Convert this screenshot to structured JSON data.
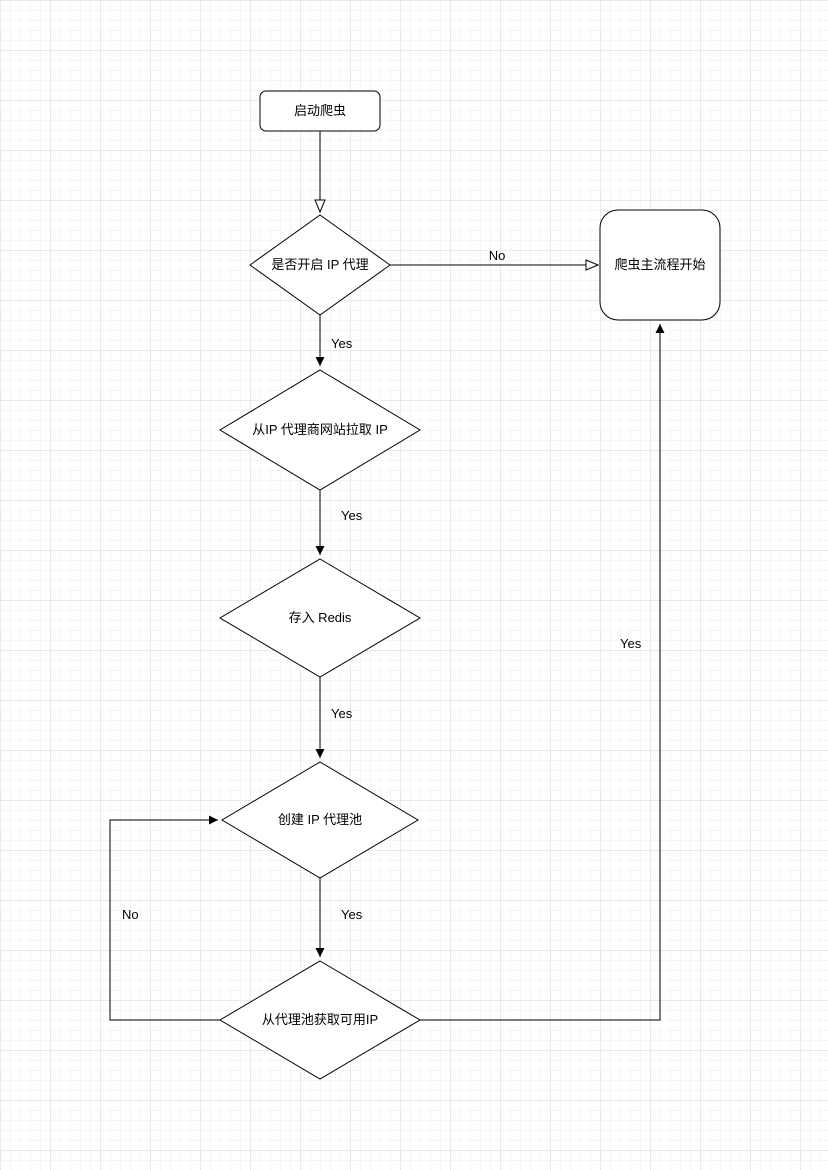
{
  "canvas": {
    "background_color": "#ffffff",
    "grid_minor_color": "#f5f5f5",
    "grid_major_color": "#e9e9e9"
  },
  "style": {
    "shape_fill": "#ffffff",
    "shape_stroke": "#000000",
    "text_color": "#000000"
  },
  "nodes": {
    "start": {
      "type": "rounded-rect",
      "label": "启动爬虫"
    },
    "check_proxy": {
      "type": "decision",
      "label": "是否开启 IP 代理"
    },
    "main_process": {
      "type": "rounded-rect",
      "label": "爬虫主流程开始"
    },
    "pull_ip": {
      "type": "decision",
      "label": "从IP 代理商网站拉取 IP"
    },
    "store_redis": {
      "type": "decision",
      "label": "存入 Redis"
    },
    "create_pool": {
      "type": "decision",
      "label": "创建 IP 代理池"
    },
    "get_ip": {
      "type": "decision",
      "label": "从代理池获取可用IP"
    }
  },
  "edges": {
    "start_to_check": {
      "label": ""
    },
    "check_to_main": {
      "label": "No"
    },
    "check_to_pull": {
      "label": "Yes"
    },
    "pull_to_redis": {
      "label": "Yes"
    },
    "redis_to_pool": {
      "label": "Yes"
    },
    "pool_to_get": {
      "label": "Yes"
    },
    "get_to_pool": {
      "label": "No"
    },
    "get_to_main": {
      "label": "Yes"
    }
  }
}
